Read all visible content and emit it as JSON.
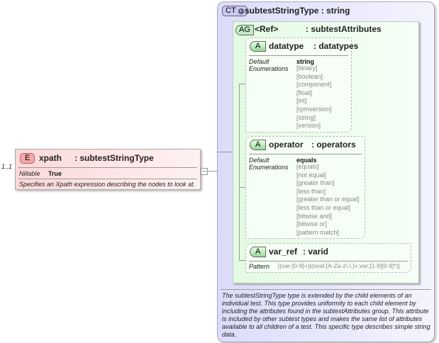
{
  "element": {
    "cardinality": "1..1",
    "badge": "E",
    "name": "xpath",
    "type": ": subtestStringType",
    "nillable_label": "Nillable",
    "nillable_value": "True",
    "description": "Specifies an Xpath expression describing the nodes to look at."
  },
  "complex_type": {
    "badge": "CT",
    "title": "subtestStringType : string",
    "description": "The subtestStringType type is extended by the child elements of an individual test.  This type provides uniformity to each child element by including the attributes found in the subtestAttributes group.  This attribute is included by other subtest types and makes the same list of attributes available to all children of a test.  This specific type describes simple string data."
  },
  "attribute_group": {
    "badge": "AG",
    "ref": "<Ref>",
    "name": ": subtestAttributes"
  },
  "attributes": [
    {
      "badge": "A",
      "name": "datatype",
      "type": ": datatypes",
      "default_label": "Default",
      "default": "string",
      "enum_label": "Enumerations",
      "enumerations": "[binary]\n[boolean]\n[component]\n[float]\n[int]\n[rpmversion]\n[string]\n[version]"
    },
    {
      "badge": "A",
      "name": "operator",
      "type": ": operators",
      "default_label": "Default",
      "default": "equals",
      "enum_label": "Enumerations",
      "enumerations": "[equals]\n[not equal]\n[greater than]\n[less than]\n[greater than or equal]\n[less than or equal]\n[bitwise and]\n[bitwise or]\n[pattern match]"
    },
    {
      "badge": "A",
      "name": "var_ref",
      "type": ": varid",
      "pattern_label": "Pattern",
      "pattern": "[(var-[0-9]+)|(oval:[A-Za-z\\-\\.]+:var:[1-9][0-9]*)]"
    }
  ]
}
